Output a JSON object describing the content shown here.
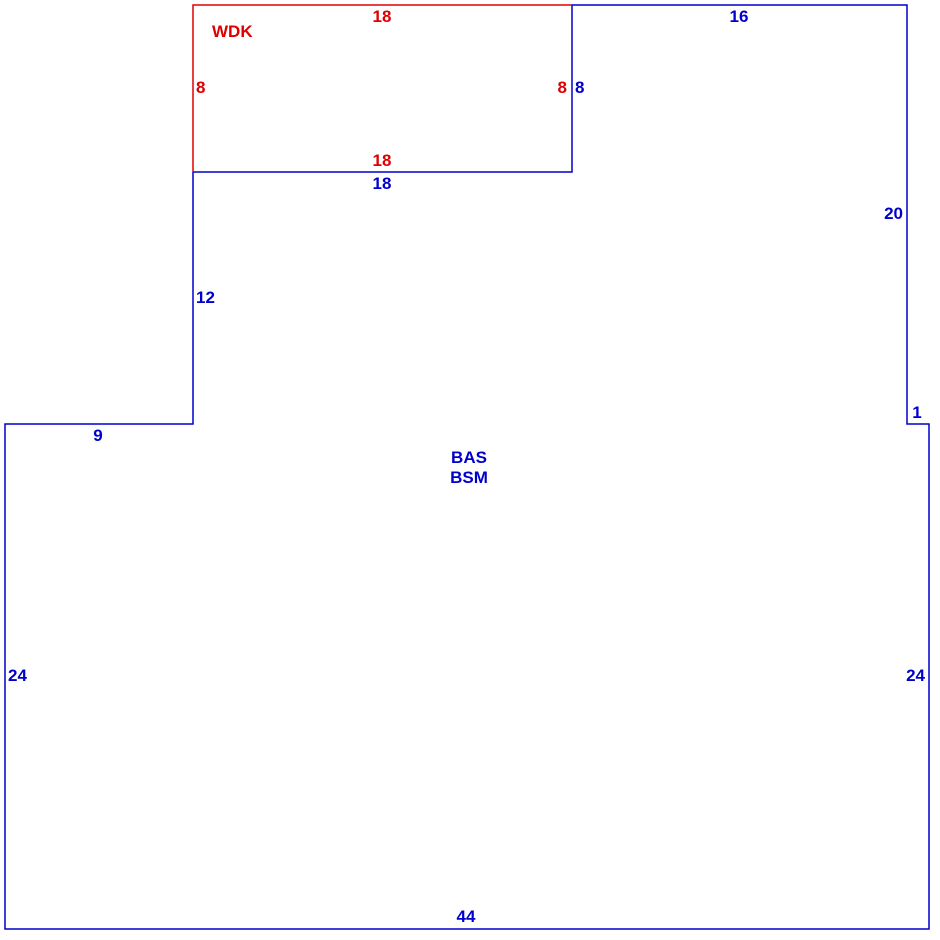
{
  "colors": {
    "main": "#0000cc",
    "deck": "#dd0000",
    "background": "#ffffff"
  },
  "areas": {
    "main_label_1": "BAS",
    "main_label_2": "BSM",
    "deck_label": "WDK"
  },
  "dimensions": {
    "deck_top": "18",
    "deck_bottom": "18",
    "deck_left": "8",
    "deck_right": "8",
    "main_notch_right": "8",
    "main_notch_bottom": "18",
    "main_top": "16",
    "main_right_upper": "20",
    "main_step_right": "1",
    "main_left_upper": "12",
    "main_step_left": "9",
    "main_left_lower": "24",
    "main_right_lower": "24",
    "main_bottom": "44"
  }
}
